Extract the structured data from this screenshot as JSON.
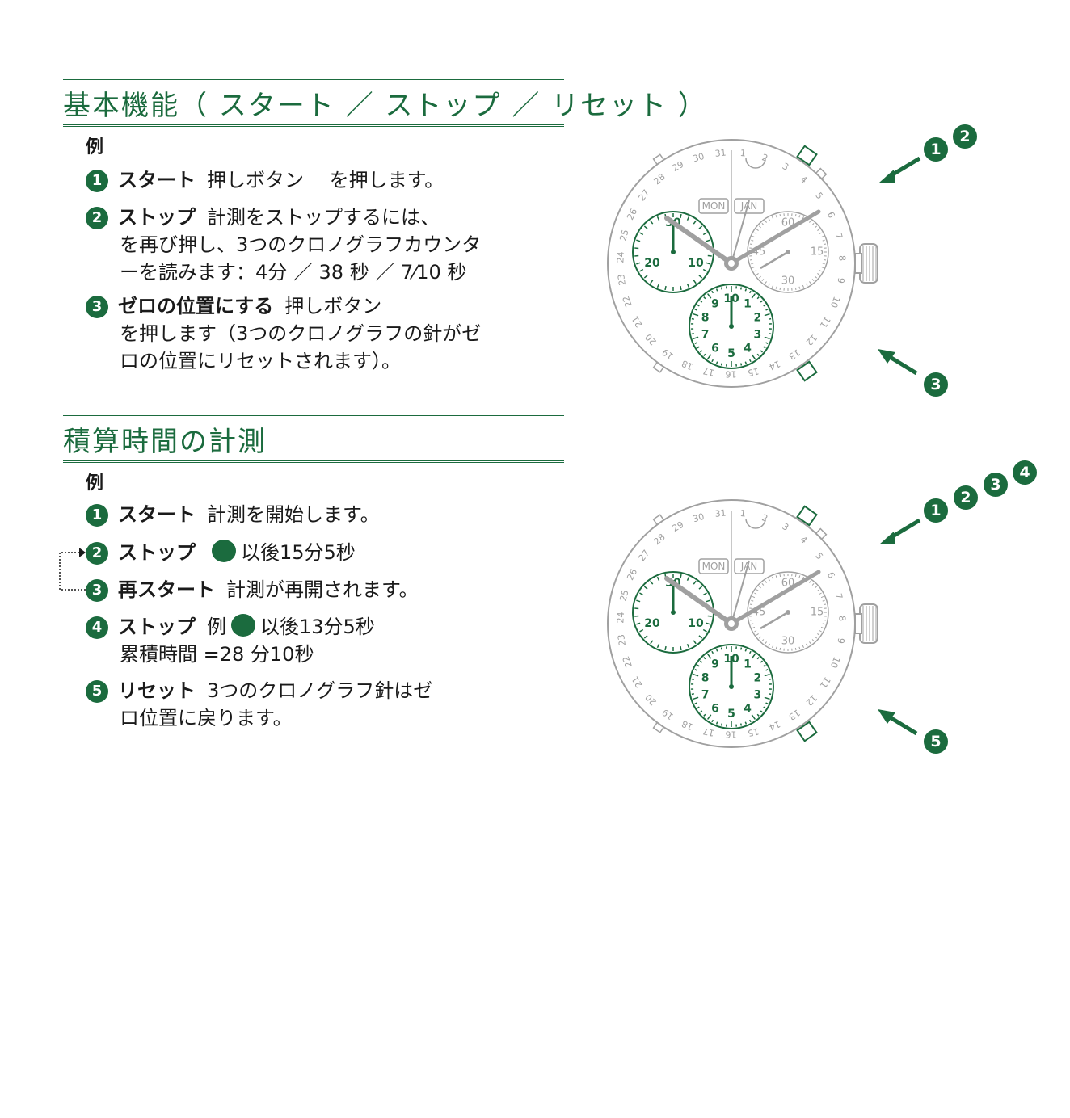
{
  "section1": {
    "title": "基本機能（ スタート ／ ストップ ／ リセット ）",
    "example_label": "例",
    "steps": [
      {
        "num": "1",
        "head": "スタート",
        "text": "押しボタン　 を押します。",
        "cont": []
      },
      {
        "num": "2",
        "head": "ストップ",
        "text": "計測をストップするには、",
        "cont": [
          "を再び押し、3つのクロノグラフカウンタ",
          "ーを読みます：4分 ／ 38 秒 ／ 7⁄10 秒"
        ]
      },
      {
        "num": "3",
        "head": "ゼロの位置にする",
        "text": "押しボタン",
        "cont": [
          "を押します（3つのクロノグラフの針がゼ",
          "ロの位置にリセットされます）。"
        ]
      }
    ],
    "callouts": {
      "top": [
        "1",
        "2"
      ],
      "bottom": [
        "3"
      ]
    }
  },
  "section2": {
    "title": "積算時間の計測",
    "example_label": "例",
    "steps": [
      {
        "num": "1",
        "head": "スタート",
        "text": "計測を開始します。"
      },
      {
        "num": "2",
        "head": "ストップ",
        "text": "以後15分5秒"
      },
      {
        "num": "3",
        "head": "再スタート",
        "text": "計測が再開されます。"
      },
      {
        "num": "4",
        "head": "ストップ",
        "prefix": "例",
        "text": "以後13分5秒",
        "cont": "累積時間 =28 分10秒"
      },
      {
        "num": "5",
        "head": "リセット",
        "text": "3つのクロノグラフ針はゼ",
        "cont": "ロ位置に戻ります。"
      }
    ],
    "callouts": {
      "top": [
        "1",
        "2",
        "3",
        "4"
      ],
      "bottom": [
        "5"
      ]
    }
  },
  "watch": {
    "day_window": "MON",
    "month_window": "JAN",
    "date_ring": [
      "1",
      "2",
      "3",
      "4",
      "5",
      "6",
      "7",
      "8",
      "9",
      "10",
      "11",
      "12",
      "13",
      "14",
      "15",
      "16",
      "17",
      "18",
      "19",
      "20",
      "21",
      "22",
      "23",
      "24",
      "25",
      "26",
      "27",
      "28",
      "29",
      "30",
      "31"
    ],
    "minute_counter": [
      "30",
      "10",
      "20"
    ],
    "seconds_counter": [
      "60",
      "15",
      "30",
      "45"
    ],
    "tenths_counter": [
      "10",
      "1",
      "2",
      "3",
      "4",
      "5",
      "6",
      "7",
      "8",
      "9"
    ]
  },
  "colors": {
    "accent": "#1b6b3e",
    "gray": "#a0a0a0"
  }
}
